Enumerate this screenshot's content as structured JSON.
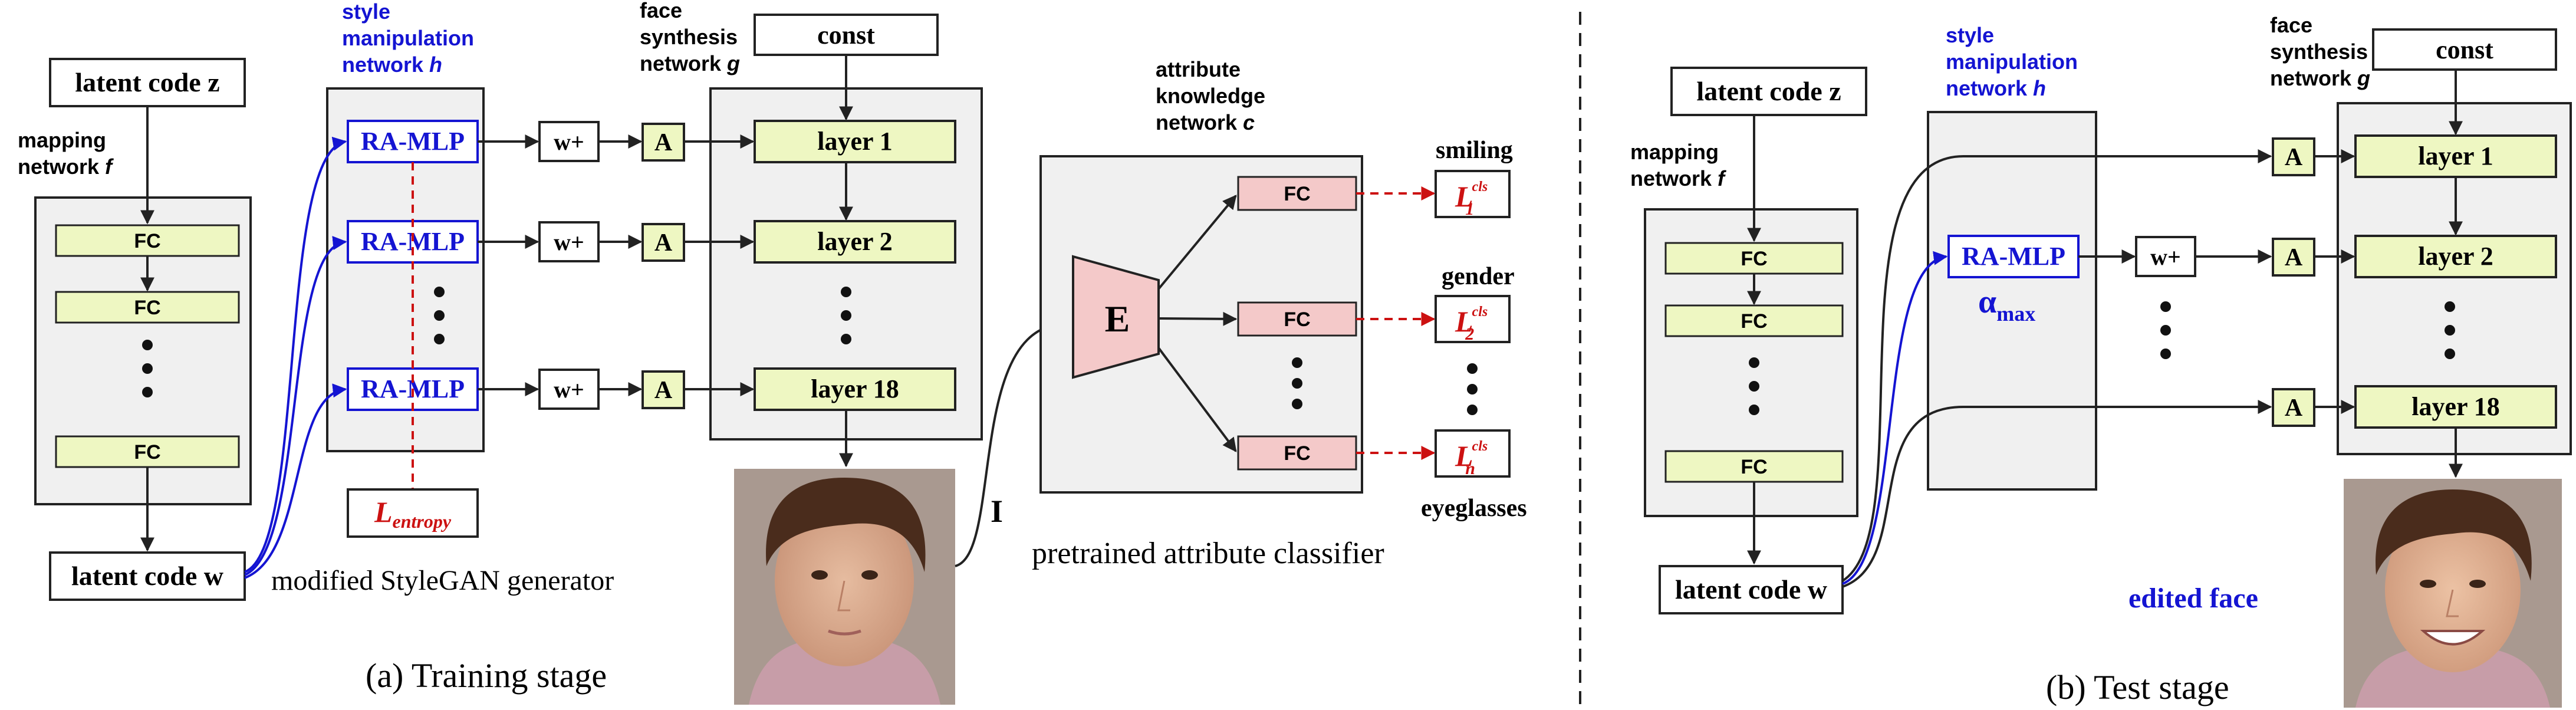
{
  "colors": {
    "blue": "#1414d2",
    "red": "#cc1111",
    "green_fill": "#eef7c2",
    "pink_fill": "#f4c9c9",
    "panel_fill": "#f0f0f0",
    "stroke": "#222222"
  },
  "training": {
    "latent_z": "latent code z",
    "mapping_line1": "mapping",
    "mapping_line2": "network",
    "mapping_var": "f",
    "fc": "FC",
    "style_line1": "style",
    "style_line2": "manipulation",
    "style_line3": "network",
    "style_var": "h",
    "ra_mlp": "RA-MLP",
    "w_plus": "w+",
    "a_label": "A",
    "face_line1": "face",
    "face_line2": "synthesis",
    "face_line3": "network",
    "face_var": "g",
    "const": "const",
    "layer1": "layer 1",
    "layer2": "layer 2",
    "layer18": "layer 18",
    "latent_w": "latent code w",
    "entropy_L": "L",
    "entropy_sub": "entropy",
    "generator_caption": "modified StyleGAN generator",
    "stage_caption": "(a) Training stage",
    "image_label": "I",
    "attr_line1": "attribute",
    "attr_line2": "knowledge",
    "attr_line3": "network",
    "attr_var": "c",
    "encoder": "E",
    "smiling": "smiling",
    "gender": "gender",
    "eyeglasses": "eyeglasses",
    "loss_L": "L",
    "loss_sup": "cls",
    "sub1": "1",
    "sub2": "2",
    "subn": "n",
    "classifier_caption": "pretrained attribute classifier"
  },
  "test": {
    "latent_z": "latent code z",
    "mapping_line1": "mapping",
    "mapping_line2": "network",
    "mapping_var": "f",
    "fc": "FC",
    "style_line1": "style",
    "style_line2": "manipulation",
    "style_line3": "network",
    "style_var": "h",
    "ra_mlp": "RA-MLP",
    "alpha": "α",
    "alpha_sub": "max",
    "w_plus": "w+",
    "a_label": "A",
    "face_line1": "face",
    "face_line2": "synthesis",
    "face_line3": "network",
    "face_var": "g",
    "const": "const",
    "layer1": "layer 1",
    "layer2": "layer 2",
    "layer18": "layer 18",
    "latent_w": "latent code w",
    "edited_face": "edited face",
    "stage_caption": "(b) Test stage"
  }
}
